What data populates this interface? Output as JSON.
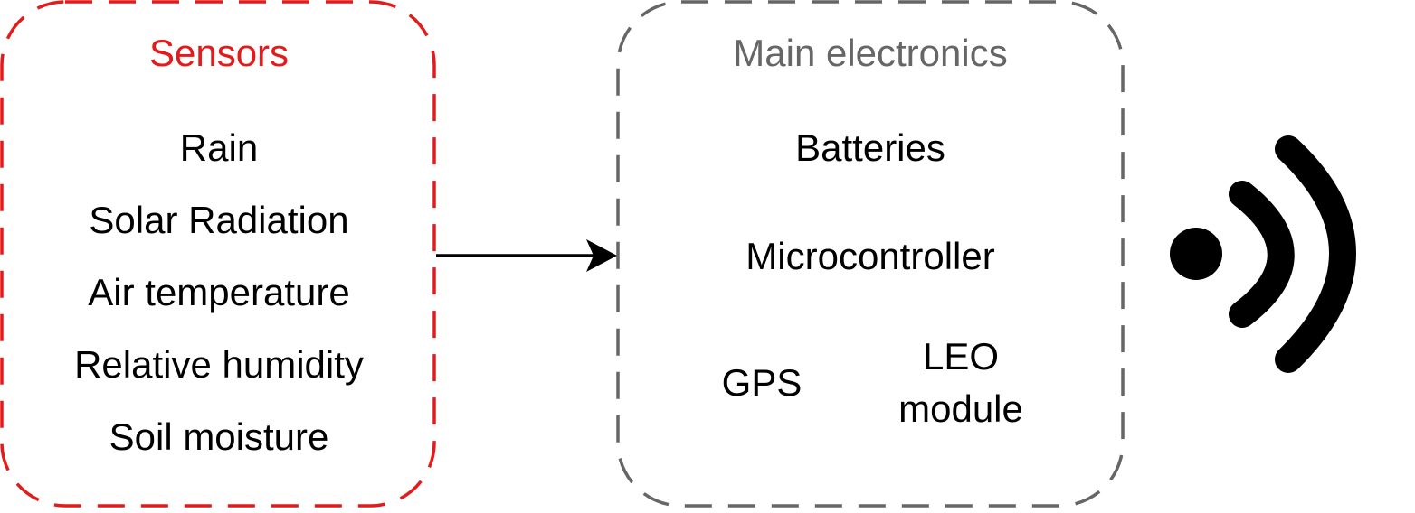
{
  "colors": {
    "sensors_border": "#e31b1b",
    "sensors_title": "#e31b1b",
    "main_border": "#666666",
    "main_title": "#666666",
    "arrow": "#000000",
    "signal": "#000000"
  },
  "sensors": {
    "title": "Sensors",
    "items": [
      "Rain",
      "Solar Radiation",
      "Air temperature",
      "Relative humidity",
      "Soil moisture"
    ]
  },
  "main": {
    "title": "Main electronics",
    "batteries": "Batteries",
    "microcontroller": "Microcontroller",
    "gps": "GPS",
    "leo_line1": "LEO",
    "leo_line2": "module"
  },
  "icons": {
    "signal": "wireless-signal-icon",
    "arrow": "arrow-right-icon"
  }
}
